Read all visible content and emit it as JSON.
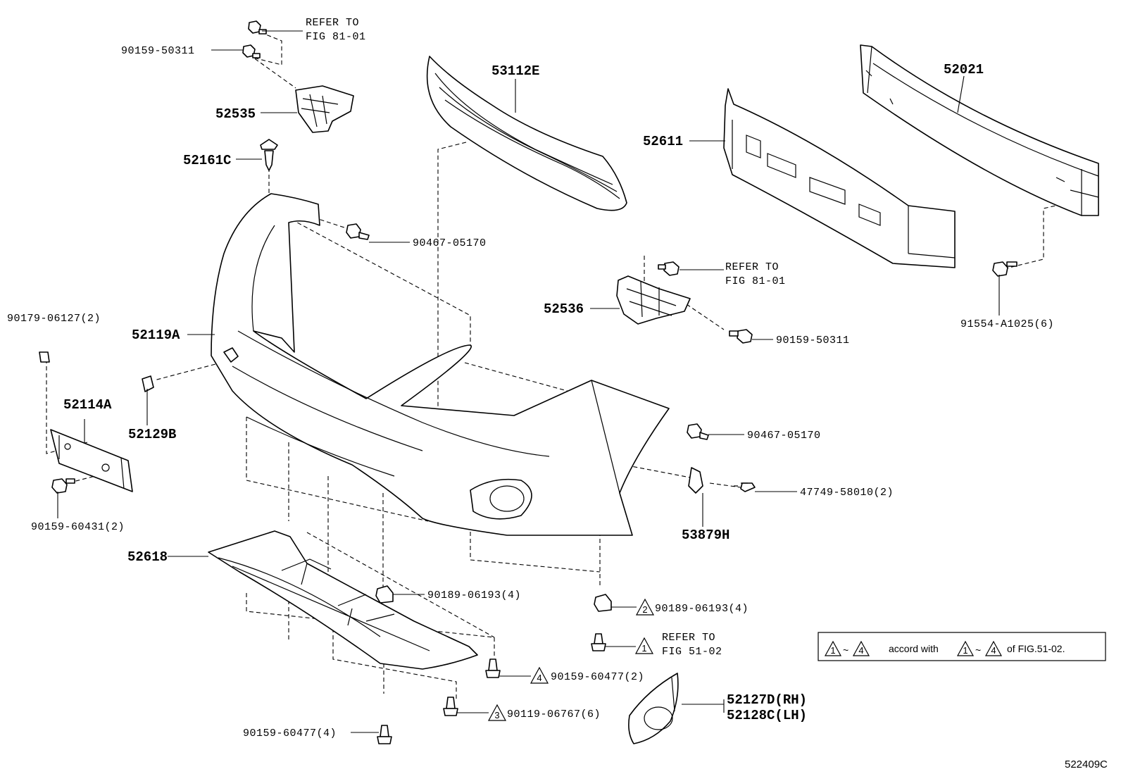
{
  "figure_code": "522409C",
  "note": {
    "range_start": "1",
    "tilde": "~",
    "range_end": "4",
    "text_mid": "accord with",
    "range_start_2": "1",
    "tilde_2": "~",
    "range_end_2": "4",
    "text_end": "of FIG.51-02."
  },
  "labels": {
    "refer_a_1": "REFER TO",
    "refer_a_2": "FIG 81-01",
    "p_90159_50311_a": "90159-50311",
    "p_52535": "52535",
    "p_52161C": "52161C",
    "p_53112E": "53112E",
    "p_52021": "52021",
    "p_52611": "52611",
    "p_90467_05170_a": "90467-05170",
    "refer_b_1": "REFER TO",
    "refer_b_2": "FIG 81-01",
    "p_52536": "52536",
    "p_90159_50311_b": "90159-50311",
    "p_91554_A1025": "91554-A1025(6)",
    "p_90179_06127": "90179-06127(2)",
    "p_52119A": "52119A",
    "p_52114A": "52114A",
    "p_52129B": "52129B",
    "p_90467_05170_b": "90467-05170",
    "p_47749_58010": "47749-58010(2)",
    "p_53879H": "53879H",
    "p_90159_60431": "90159-60431(2)",
    "p_52618": "52618",
    "p_90189_06193_a": "90189-06193(4)",
    "p_90189_06193_b": "90189-06193(4)",
    "tri_2": "2",
    "tri_1": "1",
    "refer_c_1": "REFER TO",
    "refer_c_2": "FIG 51-02",
    "tri_4": "4",
    "p_90159_60477_a": "90159-60477(2)",
    "tri_3": "3",
    "p_90119_06767": "90119-06767(6)",
    "p_90159_60477_b": "90159-60477(4)",
    "p_52127D": "52127D(RH)",
    "p_52128C": "52128C(LH)"
  }
}
